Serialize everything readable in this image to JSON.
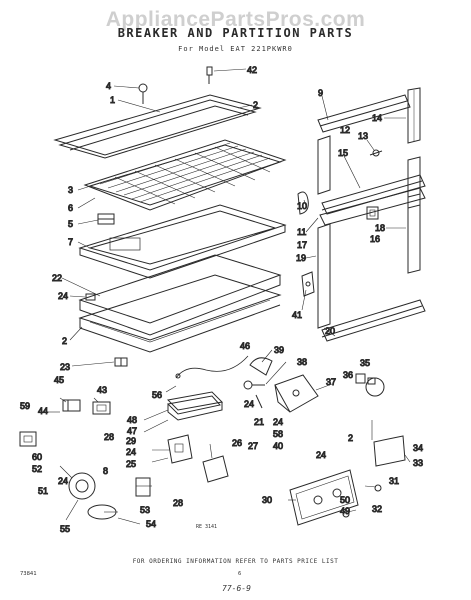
{
  "watermark": "AppliancePartsPros.com",
  "title": "BREAKER AND PARTITION PARTS",
  "model": "For Model EAT 221PKWR0",
  "callouts": [
    {
      "id": "c42",
      "text": "42"
    },
    {
      "id": "c4",
      "text": "4"
    },
    {
      "id": "c1",
      "text": "1"
    },
    {
      "id": "c2a",
      "text": "2"
    },
    {
      "id": "c3",
      "text": "3"
    },
    {
      "id": "c6",
      "text": "6"
    },
    {
      "id": "c5",
      "text": "5"
    },
    {
      "id": "c7",
      "text": "7"
    },
    {
      "id": "c22",
      "text": "22"
    },
    {
      "id": "c24a",
      "text": "24"
    },
    {
      "id": "c2b",
      "text": "2"
    },
    {
      "id": "c23",
      "text": "23"
    },
    {
      "id": "c9",
      "text": "9"
    },
    {
      "id": "c14",
      "text": "14"
    },
    {
      "id": "c12",
      "text": "12"
    },
    {
      "id": "c13",
      "text": "13"
    },
    {
      "id": "c15",
      "text": "15"
    },
    {
      "id": "c10",
      "text": "10"
    },
    {
      "id": "c11",
      "text": "11"
    },
    {
      "id": "c17",
      "text": "17"
    },
    {
      "id": "c16",
      "text": "16"
    },
    {
      "id": "c18",
      "text": "18"
    },
    {
      "id": "c19",
      "text": "19"
    },
    {
      "id": "c41",
      "text": "41"
    },
    {
      "id": "c20",
      "text": "20"
    },
    {
      "id": "c46",
      "text": "46"
    },
    {
      "id": "c39",
      "text": "39"
    },
    {
      "id": "c38",
      "text": "38"
    },
    {
      "id": "c35",
      "text": "35"
    },
    {
      "id": "c36",
      "text": "36"
    },
    {
      "id": "c37",
      "text": "37"
    },
    {
      "id": "c45",
      "text": "45"
    },
    {
      "id": "c43",
      "text": "43"
    },
    {
      "id": "c56",
      "text": "56"
    },
    {
      "id": "c24b",
      "text": "24"
    },
    {
      "id": "c21",
      "text": "21"
    },
    {
      "id": "c59",
      "text": "59"
    },
    {
      "id": "c44",
      "text": "44"
    },
    {
      "id": "c28a",
      "text": "28"
    },
    {
      "id": "c48",
      "text": "48"
    },
    {
      "id": "c47",
      "text": "47"
    },
    {
      "id": "c24c",
      "text": "24"
    },
    {
      "id": "c58",
      "text": "58"
    },
    {
      "id": "c40",
      "text": "40"
    },
    {
      "id": "c60",
      "text": "60"
    },
    {
      "id": "c52",
      "text": "52"
    },
    {
      "id": "c29",
      "text": "29"
    },
    {
      "id": "c24d",
      "text": "24"
    },
    {
      "id": "c25",
      "text": "25"
    },
    {
      "id": "c26",
      "text": "26"
    },
    {
      "id": "c27",
      "text": "27"
    },
    {
      "id": "c2c",
      "text": "2"
    },
    {
      "id": "c34",
      "text": "34"
    },
    {
      "id": "c24e",
      "text": "24"
    },
    {
      "id": "c33",
      "text": "33"
    },
    {
      "id": "c8",
      "text": "8"
    },
    {
      "id": "c24f",
      "text": "24"
    },
    {
      "id": "c51",
      "text": "51"
    },
    {
      "id": "c28b",
      "text": "28"
    },
    {
      "id": "c30",
      "text": "30"
    },
    {
      "id": "c31",
      "text": "31"
    },
    {
      "id": "c50",
      "text": "50"
    },
    {
      "id": "c49",
      "text": "49"
    },
    {
      "id": "c32",
      "text": "32"
    },
    {
      "id": "c53",
      "text": "53"
    },
    {
      "id": "c54",
      "text": "54"
    },
    {
      "id": "c55",
      "text": "55"
    }
  ],
  "diagram_ref": "RE 3141",
  "footer": {
    "order_note": "FOR ORDERING INFORMATION REFER TO PARTS PRICE LIST",
    "left_code": "73841",
    "page": "6",
    "date": "77-6-9"
  }
}
